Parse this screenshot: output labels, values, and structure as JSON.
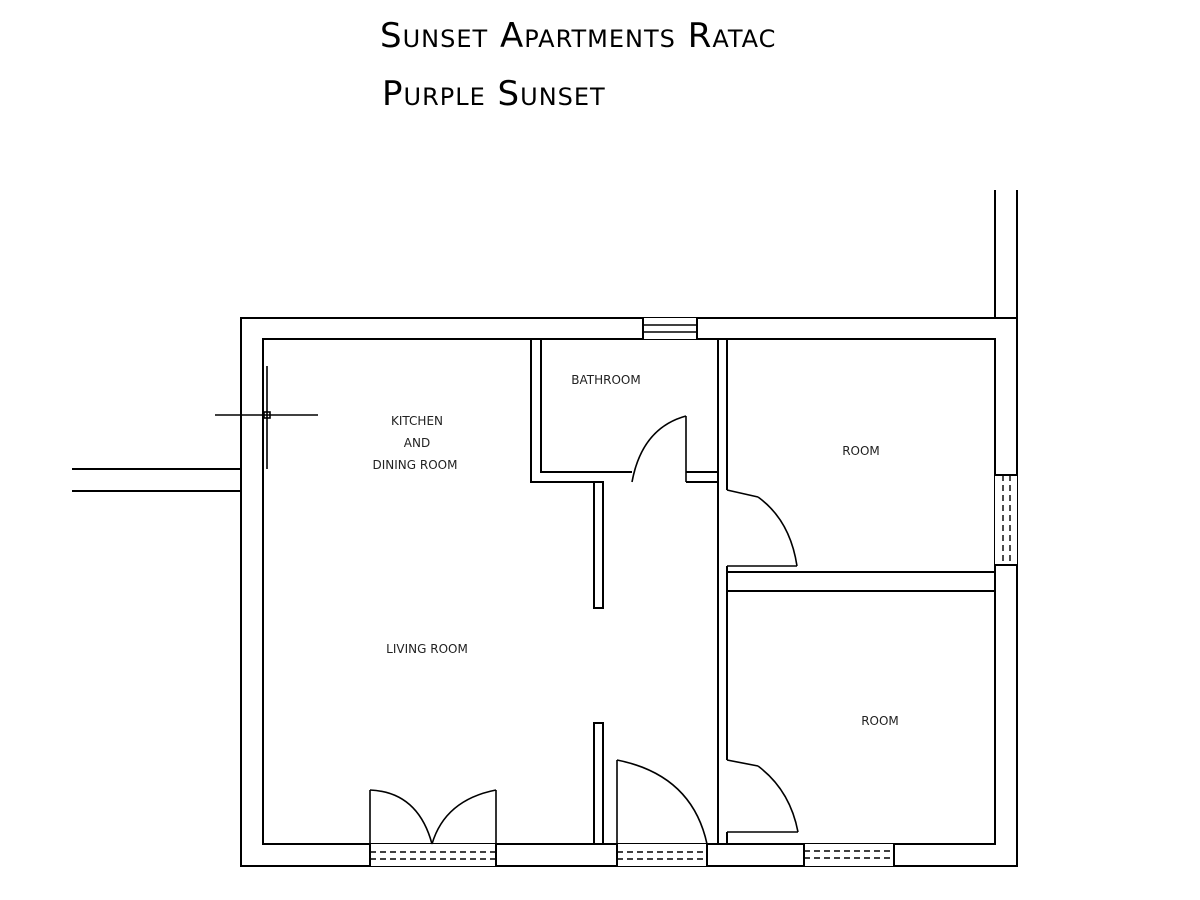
{
  "title": "Sunset Apartments Ratac",
  "subtitle": "Purple Sunset",
  "rooms": {
    "kitchen_line1": "KITCHEN",
    "kitchen_line2": "AND",
    "kitchen_line3": "DINING ROOM",
    "bathroom": "BATHROOM",
    "living_room": "LIVING ROOM",
    "room_upper": "ROOM",
    "room_lower": "ROOM"
  },
  "colors": {
    "line": "#000000",
    "background": "#ffffff"
  }
}
